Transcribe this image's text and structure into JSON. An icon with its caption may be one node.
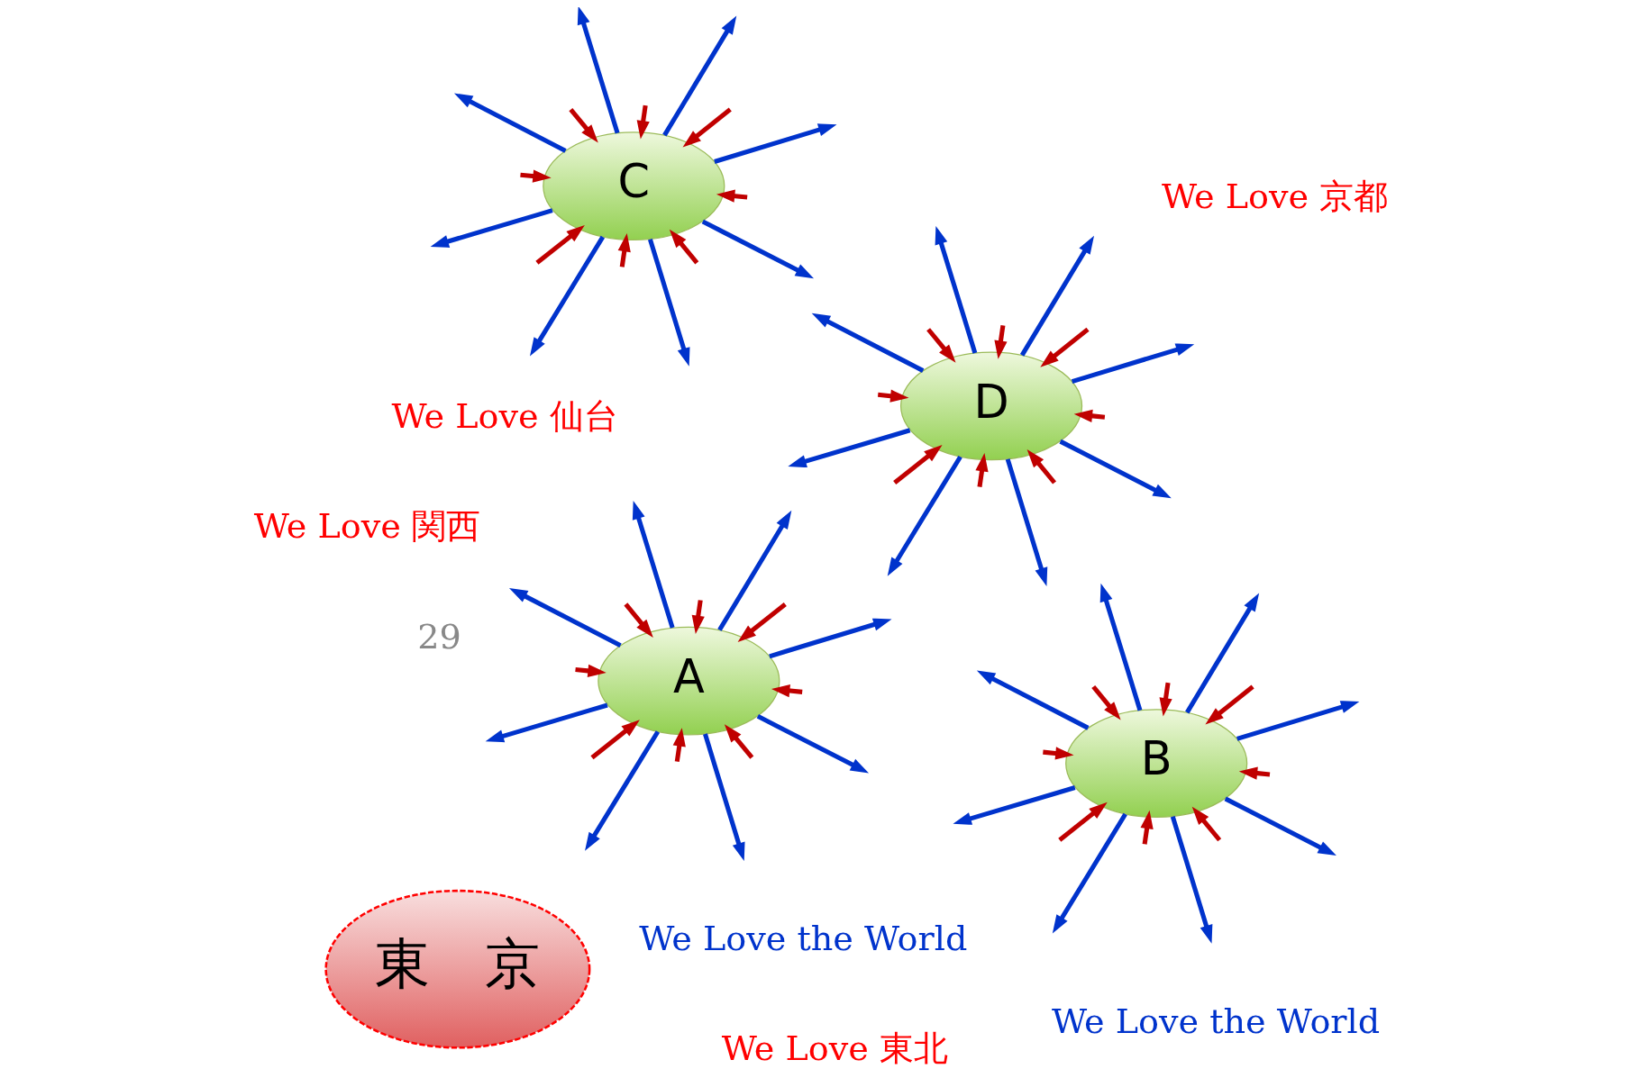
{
  "diagram": {
    "nodes": [
      {
        "text": [
          "A"
        ]
      },
      {
        "text": [
          "D"
        ]
      },
      {
        "text": [
          "東　京"
        ]
      },
      {
        "text": [
          "B"
        ]
      },
      {
        "text": [
          "C"
        ]
      }
    ],
    "edges": [
      {
        "from": 0,
        "to": null,
        "arrow": "to",
        "color": "#0033cc"
      },
      {
        "from": 0,
        "to": null,
        "arrow": "to",
        "color": "#0033cc"
      },
      {
        "from": 0,
        "to": null,
        "arrow": "to",
        "color": "#0033cc"
      },
      {
        "from": 0,
        "to": null,
        "arrow": "to",
        "color": "#0033cc"
      },
      {
        "from": 0,
        "to": null,
        "arrow": "to",
        "color": "#0033cc"
      },
      {
        "from": 0,
        "to": null,
        "arrow": "to",
        "color": "#0033cc"
      },
      {
        "from": 0,
        "to": null,
        "arrow": "to",
        "color": "#0033cc"
      },
      {
        "from": 0,
        "to": null,
        "arrow": "to",
        "color": "#0033cc"
      },
      {
        "from": null,
        "to": 0,
        "arrow": "to",
        "color": "#c00000"
      },
      {
        "from": null,
        "to": 0,
        "arrow": "to",
        "color": "#c00000"
      },
      {
        "from": null,
        "to": 0,
        "arrow": "to",
        "color": "#c00000"
      },
      {
        "from": null,
        "to": 0,
        "arrow": "to",
        "color": "#c00000"
      },
      {
        "from": null,
        "to": 0,
        "arrow": "to",
        "color": "#c00000"
      },
      {
        "from": null,
        "to": 0,
        "arrow": "to",
        "color": "#c00000"
      },
      {
        "from": null,
        "to": 0,
        "arrow": "to",
        "color": "#c00000"
      },
      {
        "from": null,
        "to": 0,
        "arrow": "to",
        "color": "#c00000"
      },
      {
        "from": 1,
        "to": null,
        "arrow": "to",
        "color": "#0033cc"
      },
      {
        "from": 1,
        "to": null,
        "arrow": "to",
        "color": "#0033cc"
      },
      {
        "from": 1,
        "to": null,
        "arrow": "to",
        "color": "#0033cc"
      },
      {
        "from": 1,
        "to": null,
        "arrow": "to",
        "color": "#0033cc"
      },
      {
        "from": 1,
        "to": null,
        "arrow": "to",
        "color": "#0033cc"
      },
      {
        "from": 1,
        "to": null,
        "arrow": "to",
        "color": "#0033cc"
      },
      {
        "from": 1,
        "to": null,
        "arrow": "to",
        "color": "#0033cc"
      },
      {
        "from": 1,
        "to": null,
        "arrow": "to",
        "color": "#0033cc"
      },
      {
        "from": null,
        "to": 1,
        "arrow": "to",
        "color": "#c00000"
      },
      {
        "from": null,
        "to": 1,
        "arrow": "to",
        "color": "#c00000"
      },
      {
        "from": null,
        "to": 1,
        "arrow": "to",
        "color": "#c00000"
      },
      {
        "from": null,
        "to": 1,
        "arrow": "to",
        "color": "#c00000"
      },
      {
        "from": null,
        "to": 1,
        "arrow": "to",
        "color": "#c00000"
      },
      {
        "from": null,
        "to": 1,
        "arrow": "to",
        "color": "#c00000"
      },
      {
        "from": null,
        "to": 1,
        "arrow": "to",
        "color": "#c00000"
      },
      {
        "from": null,
        "to": 1,
        "arrow": "to",
        "color": "#c00000"
      },
      {
        "from": 3,
        "to": null,
        "arrow": "to",
        "color": "#0033cc"
      },
      {
        "from": 3,
        "to": null,
        "arrow": "to",
        "color": "#0033cc"
      },
      {
        "from": 3,
        "to": null,
        "arrow": "to",
        "color": "#0033cc"
      },
      {
        "from": 3,
        "to": null,
        "arrow": "to",
        "color": "#0033cc"
      },
      {
        "from": 3,
        "to": null,
        "arrow": "to",
        "color": "#0033cc"
      },
      {
        "from": 3,
        "to": null,
        "arrow": "to",
        "color": "#0033cc"
      },
      {
        "from": 3,
        "to": null,
        "arrow": "to",
        "color": "#0033cc"
      },
      {
        "from": 3,
        "to": null,
        "arrow": "to",
        "color": "#0033cc"
      },
      {
        "from": null,
        "to": 3,
        "arrow": "to",
        "color": "#c00000"
      },
      {
        "from": null,
        "to": 3,
        "arrow": "to",
        "color": "#c00000"
      },
      {
        "from": null,
        "to": 3,
        "arrow": "to",
        "color": "#c00000"
      },
      {
        "from": null,
        "to": 3,
        "arrow": "to",
        "color": "#c00000"
      },
      {
        "from": null,
        "to": 3,
        "arrow": "to",
        "color": "#c00000"
      },
      {
        "from": null,
        "to": 3,
        "arrow": "to",
        "color": "#c00000"
      },
      {
        "from": null,
        "to": 3,
        "arrow": "to",
        "color": "#c00000"
      },
      {
        "from": null,
        "to": 3,
        "arrow": "to",
        "color": "#c00000"
      },
      {
        "from": 4,
        "to": null,
        "arrow": "to",
        "color": "#0033cc"
      },
      {
        "from": 4,
        "to": null,
        "arrow": "to",
        "color": "#0033cc"
      },
      {
        "from": 4,
        "to": null,
        "arrow": "to",
        "color": "#0033cc"
      },
      {
        "from": 4,
        "to": null,
        "arrow": "to",
        "color": "#0033cc"
      },
      {
        "from": 4,
        "to": null,
        "arrow": "to",
        "color": "#0033cc"
      },
      {
        "from": 4,
        "to": null,
        "arrow": "to",
        "color": "#0033cc"
      },
      {
        "from": 4,
        "to": null,
        "arrow": "to",
        "color": "#0033cc"
      },
      {
        "from": 4,
        "to": null,
        "arrow": "to",
        "color": "#0033cc"
      },
      {
        "from": null,
        "to": 4,
        "arrow": "to",
        "color": "#c00000"
      },
      {
        "from": null,
        "to": 4,
        "arrow": "to",
        "color": "#c00000"
      },
      {
        "from": null,
        "to": 4,
        "arrow": "to",
        "color": "#c00000"
      },
      {
        "from": null,
        "to": 4,
        "arrow": "to",
        "color": "#c00000"
      },
      {
        "from": null,
        "to": 4,
        "arrow": "to",
        "color": "#c00000"
      },
      {
        "from": null,
        "to": 4,
        "arrow": "to",
        "color": "#c00000"
      },
      {
        "from": null,
        "to": 4,
        "arrow": "to",
        "color": "#c00000"
      },
      {
        "from": null,
        "to": 4,
        "arrow": "to",
        "color": "#c00000"
      }
    ],
    "labels": [
      "We Love 仙台",
      "We Love 東北",
      "We Love the World",
      "We Love 京都",
      "We Love 関西",
      "We Love the World",
      "29"
    ]
  }
}
